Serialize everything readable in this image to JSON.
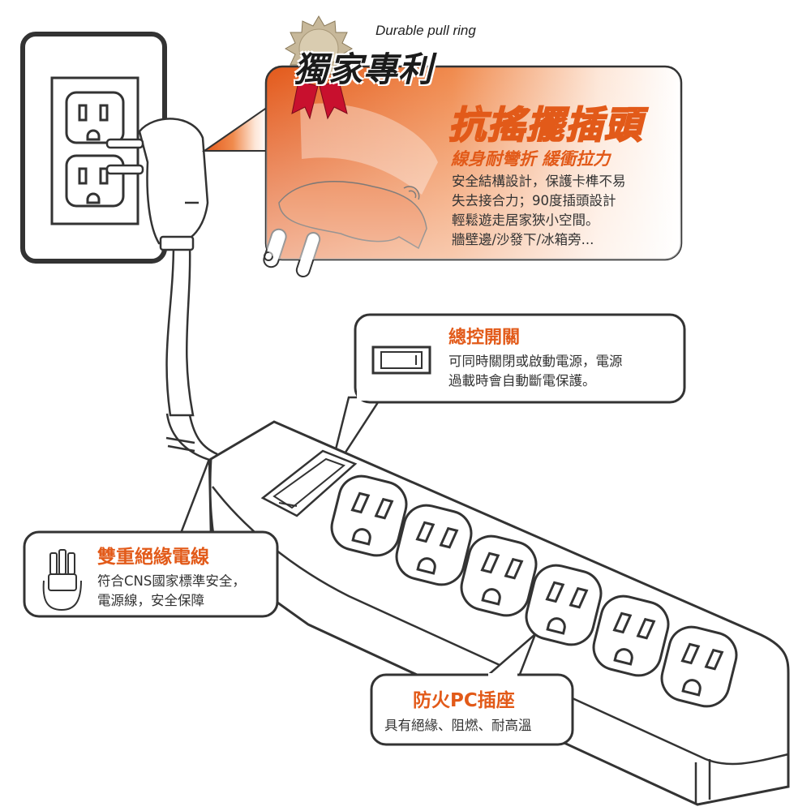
{
  "badge": {
    "pull_ring": "Durable pull ring",
    "patent": "獨家專利"
  },
  "shake_plug": {
    "title": "抗搖擺插頭",
    "subtitle": "線身耐彎折 緩衝拉力",
    "lines": [
      "安全結構設計，保護卡榫不易",
      "失去接合力；90度插頭設計",
      "輕鬆遊走居家狹小空間。",
      "牆壁邊/沙發下/冰箱旁..."
    ]
  },
  "master_switch": {
    "title": "總控開關",
    "lines": [
      "可同時關閉或啟動電源，電源",
      "過載時會自動斷電保護。"
    ]
  },
  "double_wire": {
    "title": "雙重絕緣電線",
    "lines": [
      "符合CNS國家標準安全，",
      "電源線，安全保障"
    ]
  },
  "pc_socket": {
    "title": "防火PC插座",
    "lines": [
      "具有絕緣、阻燃、耐高溫"
    ]
  },
  "colors": {
    "accent": "#e25a19",
    "outline": "#333333"
  }
}
